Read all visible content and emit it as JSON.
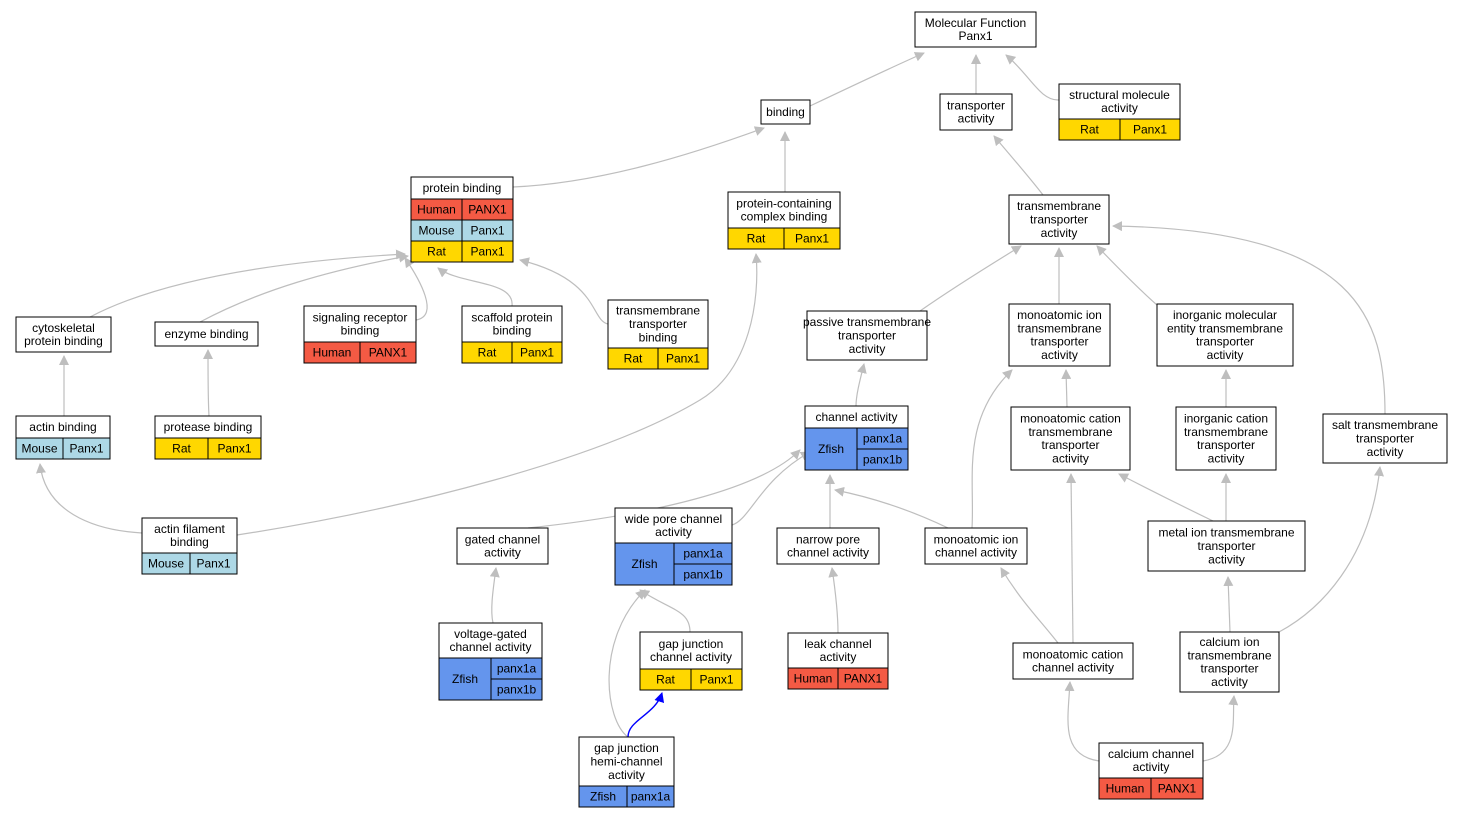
{
  "colors": {
    "edge": "#bebebe",
    "highlight_edge": "#0000ff",
    "border": "#000000",
    "node_fill": "#ffffff",
    "Human": "#f45a44",
    "Mouse": "#add8e6",
    "Rat": "#ffd700",
    "Zfish": "#6495ed"
  },
  "nodes": {
    "mf": {
      "lines": [
        "Molecular Function",
        "Panx1"
      ],
      "annotations": []
    },
    "binding": {
      "lines": [
        "binding"
      ],
      "annotations": []
    },
    "transporter": {
      "lines": [
        "transporter",
        "activity"
      ],
      "annotations": []
    },
    "structural": {
      "lines": [
        "structural molecule",
        "activity"
      ],
      "annotations": [
        {
          "species": "Rat",
          "genes": [
            "Panx1"
          ]
        }
      ]
    },
    "protein_binding": {
      "lines": [
        "protein binding"
      ],
      "annotations": [
        {
          "species": "Human",
          "genes": [
            "PANX1"
          ]
        },
        {
          "species": "Mouse",
          "genes": [
            "Panx1"
          ]
        },
        {
          "species": "Rat",
          "genes": [
            "Panx1"
          ]
        }
      ]
    },
    "pccb": {
      "lines": [
        "protein-containing",
        "complex binding"
      ],
      "annotations": [
        {
          "species": "Rat",
          "genes": [
            "Panx1"
          ]
        }
      ]
    },
    "tta": {
      "lines": [
        "transmembrane",
        "transporter",
        "activity"
      ],
      "annotations": []
    },
    "cytoskeletal": {
      "lines": [
        "cytoskeletal",
        "protein binding"
      ],
      "annotations": []
    },
    "enzyme": {
      "lines": [
        "enzyme binding"
      ],
      "annotations": []
    },
    "signaling": {
      "lines": [
        "signaling receptor",
        "binding"
      ],
      "annotations": [
        {
          "species": "Human",
          "genes": [
            "PANX1"
          ]
        }
      ]
    },
    "scaffold": {
      "lines": [
        "scaffold protein",
        "binding"
      ],
      "annotations": [
        {
          "species": "Rat",
          "genes": [
            "Panx1"
          ]
        }
      ]
    },
    "ttb": {
      "lines": [
        "transmembrane",
        "transporter",
        "binding"
      ],
      "annotations": [
        {
          "species": "Rat",
          "genes": [
            "Panx1"
          ]
        }
      ]
    },
    "passive": {
      "lines": [
        "passive transmembrane",
        "transporter",
        "activity"
      ],
      "annotations": []
    },
    "monoion_tta": {
      "lines": [
        "monoatomic ion",
        "transmembrane",
        "transporter",
        "activity"
      ],
      "annotations": []
    },
    "inorg_mol": {
      "lines": [
        "inorganic molecular",
        "entity transmembrane",
        "transporter",
        "activity"
      ],
      "annotations": []
    },
    "actin": {
      "lines": [
        "actin binding"
      ],
      "annotations": [
        {
          "species": "Mouse",
          "genes": [
            "Panx1"
          ]
        }
      ]
    },
    "protease": {
      "lines": [
        "protease binding"
      ],
      "annotations": [
        {
          "species": "Rat",
          "genes": [
            "Panx1"
          ]
        }
      ]
    },
    "channel": {
      "lines": [
        "channel activity"
      ],
      "annotations": [
        {
          "species": "Zfish",
          "genes": [
            "panx1a",
            "panx1b"
          ]
        }
      ]
    },
    "monocat_tta": {
      "lines": [
        "monoatomic cation",
        "transmembrane",
        "transporter",
        "activity"
      ],
      "annotations": []
    },
    "inorgcat_tta": {
      "lines": [
        "inorganic cation",
        "transmembrane",
        "transporter",
        "activity"
      ],
      "annotations": []
    },
    "salt": {
      "lines": [
        "salt transmembrane",
        "transporter",
        "activity"
      ],
      "annotations": []
    },
    "actin_fil": {
      "lines": [
        "actin filament",
        "binding"
      ],
      "annotations": [
        {
          "species": "Mouse",
          "genes": [
            "Panx1"
          ]
        }
      ]
    },
    "gated": {
      "lines": [
        "gated channel",
        "activity"
      ],
      "annotations": []
    },
    "widepore": {
      "lines": [
        "wide pore channel",
        "activity"
      ],
      "annotations": [
        {
          "species": "Zfish",
          "genes": [
            "panx1a",
            "panx1b"
          ]
        }
      ]
    },
    "narrowpore": {
      "lines": [
        "narrow pore",
        "channel activity"
      ],
      "annotations": []
    },
    "monoion_ch": {
      "lines": [
        "monoatomic ion",
        "channel activity"
      ],
      "annotations": []
    },
    "metal": {
      "lines": [
        "metal ion transmembrane",
        "transporter",
        "activity"
      ],
      "annotations": []
    },
    "voltage": {
      "lines": [
        "voltage-gated",
        "channel activity"
      ],
      "annotations": [
        {
          "species": "Zfish",
          "genes": [
            "panx1a",
            "panx1b"
          ]
        }
      ]
    },
    "gapjunc": {
      "lines": [
        "gap junction",
        "channel activity"
      ],
      "annotations": [
        {
          "species": "Rat",
          "genes": [
            "Panx1"
          ]
        }
      ]
    },
    "leak": {
      "lines": [
        "leak channel",
        "activity"
      ],
      "annotations": [
        {
          "species": "Human",
          "genes": [
            "PANX1"
          ]
        }
      ]
    },
    "monocat_ch": {
      "lines": [
        "monoatomic cation",
        "channel activity"
      ],
      "annotations": []
    },
    "calcium_tta": {
      "lines": [
        "calcium ion",
        "transmembrane",
        "transporter",
        "activity"
      ],
      "annotations": []
    },
    "hemichannel": {
      "lines": [
        "gap junction",
        "hemi-channel",
        "activity"
      ],
      "annotations": [
        {
          "species": "Zfish",
          "genes": [
            "panx1a"
          ]
        }
      ]
    },
    "calcium_ch": {
      "lines": [
        "calcium channel",
        "activity"
      ],
      "annotations": [
        {
          "species": "Human",
          "genes": [
            "PANX1"
          ]
        }
      ]
    }
  },
  "edges": [
    {
      "from": "binding",
      "to": "mf"
    },
    {
      "from": "transporter",
      "to": "mf"
    },
    {
      "from": "structural",
      "to": "mf"
    },
    {
      "from": "protein_binding",
      "to": "binding"
    },
    {
      "from": "pccb",
      "to": "binding"
    },
    {
      "from": "tta",
      "to": "transporter"
    },
    {
      "from": "cytoskeletal",
      "to": "protein_binding"
    },
    {
      "from": "enzyme",
      "to": "protein_binding"
    },
    {
      "from": "signaling",
      "to": "protein_binding"
    },
    {
      "from": "scaffold",
      "to": "protein_binding"
    },
    {
      "from": "ttb",
      "to": "protein_binding"
    },
    {
      "from": "passive",
      "to": "tta"
    },
    {
      "from": "monoion_tta",
      "to": "tta"
    },
    {
      "from": "inorg_mol",
      "to": "tta"
    },
    {
      "from": "salt",
      "to": "tta"
    },
    {
      "from": "actin",
      "to": "cytoskeletal"
    },
    {
      "from": "protease",
      "to": "enzyme"
    },
    {
      "from": "channel",
      "to": "passive"
    },
    {
      "from": "monocat_tta",
      "to": "monoion_tta"
    },
    {
      "from": "monoion_ch",
      "to": "monoion_tta"
    },
    {
      "from": "inorgcat_tta",
      "to": "inorg_mol"
    },
    {
      "from": "actin_fil",
      "to": "actin"
    },
    {
      "from": "actin_fil",
      "to": "pccb"
    },
    {
      "from": "gated",
      "to": "channel"
    },
    {
      "from": "widepore",
      "to": "channel"
    },
    {
      "from": "narrowpore",
      "to": "channel"
    },
    {
      "from": "monoion_ch",
      "to": "channel"
    },
    {
      "from": "monocat_ch",
      "to": "monocat_tta"
    },
    {
      "from": "metal",
      "to": "monocat_tta"
    },
    {
      "from": "metal",
      "to": "inorgcat_tta"
    },
    {
      "from": "voltage",
      "to": "gated"
    },
    {
      "from": "gapjunc",
      "to": "widepore"
    },
    {
      "from": "hemichannel",
      "to": "widepore"
    },
    {
      "from": "leak",
      "to": "narrowpore"
    },
    {
      "from": "monocat_ch",
      "to": "monoion_ch"
    },
    {
      "from": "calcium_tta",
      "to": "metal"
    },
    {
      "from": "calcium_tta",
      "to": "salt"
    },
    {
      "from": "hemichannel",
      "to": "gapjunc",
      "highlight": true
    },
    {
      "from": "calcium_ch",
      "to": "monocat_ch"
    },
    {
      "from": "calcium_ch",
      "to": "calcium_tta"
    }
  ]
}
